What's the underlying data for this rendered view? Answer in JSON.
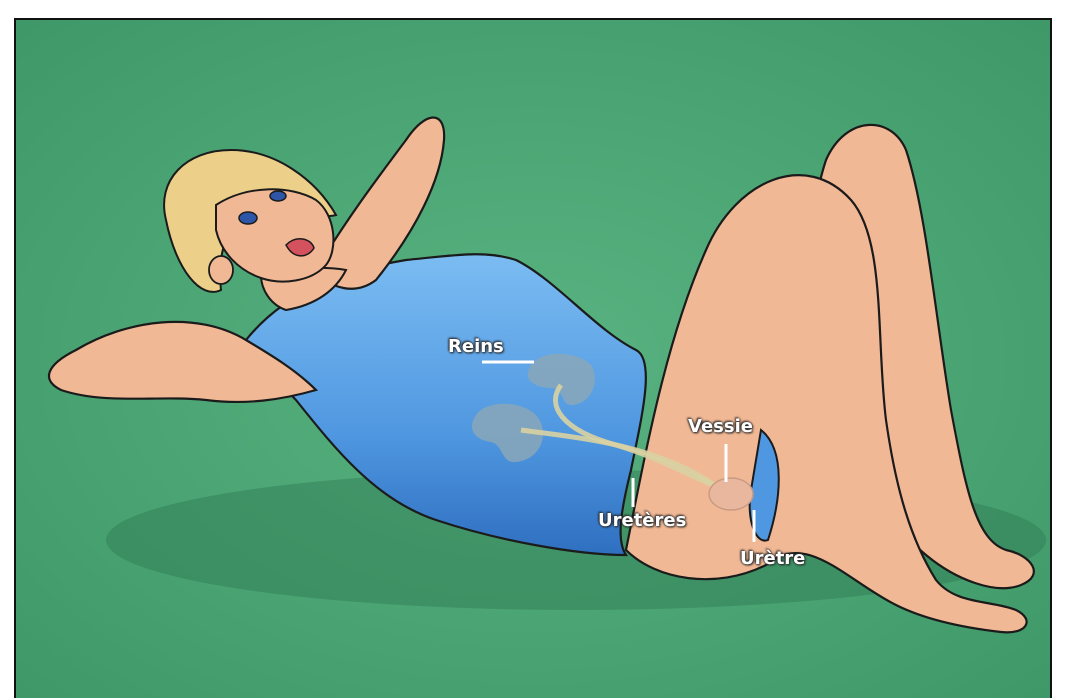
{
  "colors": {
    "background": "#4fa877",
    "skin": "#f1b895",
    "skin_shadow": "#d98d6e",
    "swimsuit": "#62a9ea",
    "swimsuit_dark": "#2f6fc0",
    "hair": "#ecd08a",
    "organ": "#8aa7b9",
    "ureter": "#d8d2a2",
    "outline": "#1b1b1b",
    "label_text": "#ffffff"
  },
  "labels": {
    "kidneys": "Reins",
    "bladder": "Vessie",
    "ureters": "Uretères",
    "urethra": "Urètre"
  }
}
